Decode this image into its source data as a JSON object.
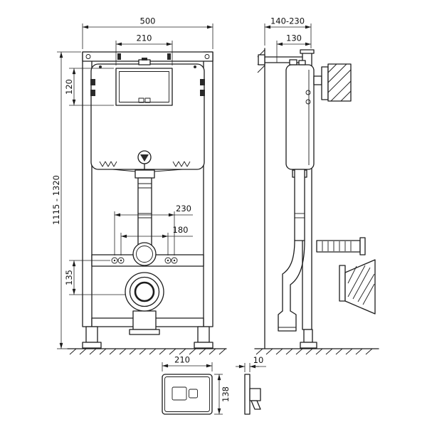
{
  "drawing": {
    "background": "#ffffff",
    "line_color": "#1c1c1c",
    "views": {
      "front": {
        "title": "front-view-installation-frame",
        "dims": {
          "overall_width": "500",
          "access_panel_width": "210",
          "access_panel_height": "120",
          "height_range": "1115 - 1320",
          "fixing_spacing_outer": "230",
          "fixing_spacing_inner": "180",
          "outlet_offset": "135"
        }
      },
      "side": {
        "title": "side-view-installation-frame",
        "dims": {
          "depth_range": "140-230",
          "frame_depth": "130"
        }
      },
      "flush_plate_front": {
        "title": "flush-plate-front-view",
        "dims": {
          "width": "210",
          "height": "138"
        }
      },
      "flush_plate_side": {
        "title": "flush-plate-side-view",
        "dims": {
          "thickness": "10"
        }
      }
    }
  }
}
